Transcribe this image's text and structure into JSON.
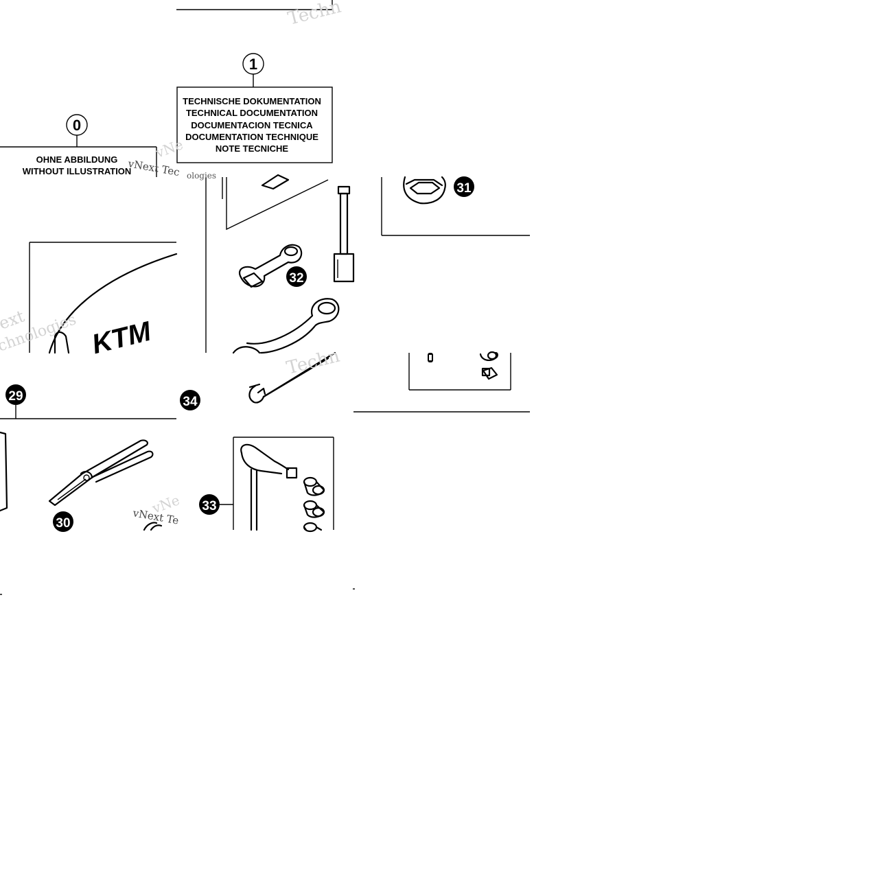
{
  "callouts": {
    "c0": "0",
    "c1": "1",
    "c29": "29",
    "c30": "30",
    "c31": "31",
    "c32": "32",
    "c33": "33",
    "c34": "34"
  },
  "box0": {
    "line1": "OHNE ABBILDUNG",
    "line2": "WITHOUT ILLUSTRATION"
  },
  "box1": {
    "line1": "TECHNISCHE DOKUMENTATION",
    "line2": "TECHNICAL DOCUMENTATION",
    "line3": "DOCUMENTACION TECNICA",
    "line4": "DOCUMENTATION TECHNIQUE",
    "line5": "NOTE TECNICHE"
  },
  "brand_logo": "KTM",
  "watermark": {
    "a": "vNext Tec",
    "b": "Techn",
    "c": "ext",
    "d": "chnologies",
    "e": "ologies",
    "f": "vNe",
    "g": "vNext Te"
  },
  "colors": {
    "ink": "#000000",
    "watermark": "#d3d3d3",
    "background": "#ffffff"
  }
}
